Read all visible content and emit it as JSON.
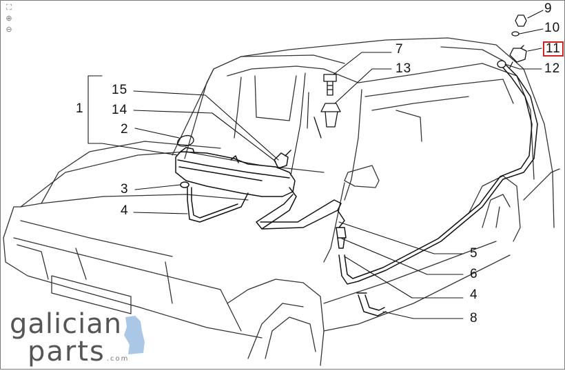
{
  "toolbar": {
    "fit_icon": "fit-to-window-icon",
    "zoom_in_icon": "zoom-in-icon",
    "zoom_out_icon": "zoom-out-icon"
  },
  "callouts": [
    "1",
    "2",
    "3",
    "4",
    "5",
    "6",
    "4",
    "8",
    "7",
    "13",
    "14",
    "15",
    "9",
    "10",
    "11",
    "12"
  ],
  "highlighted_callout": "11",
  "highlight_color": "#d42020",
  "logo": {
    "line1": "galician",
    "line2": "parts",
    "domain": ".com"
  }
}
